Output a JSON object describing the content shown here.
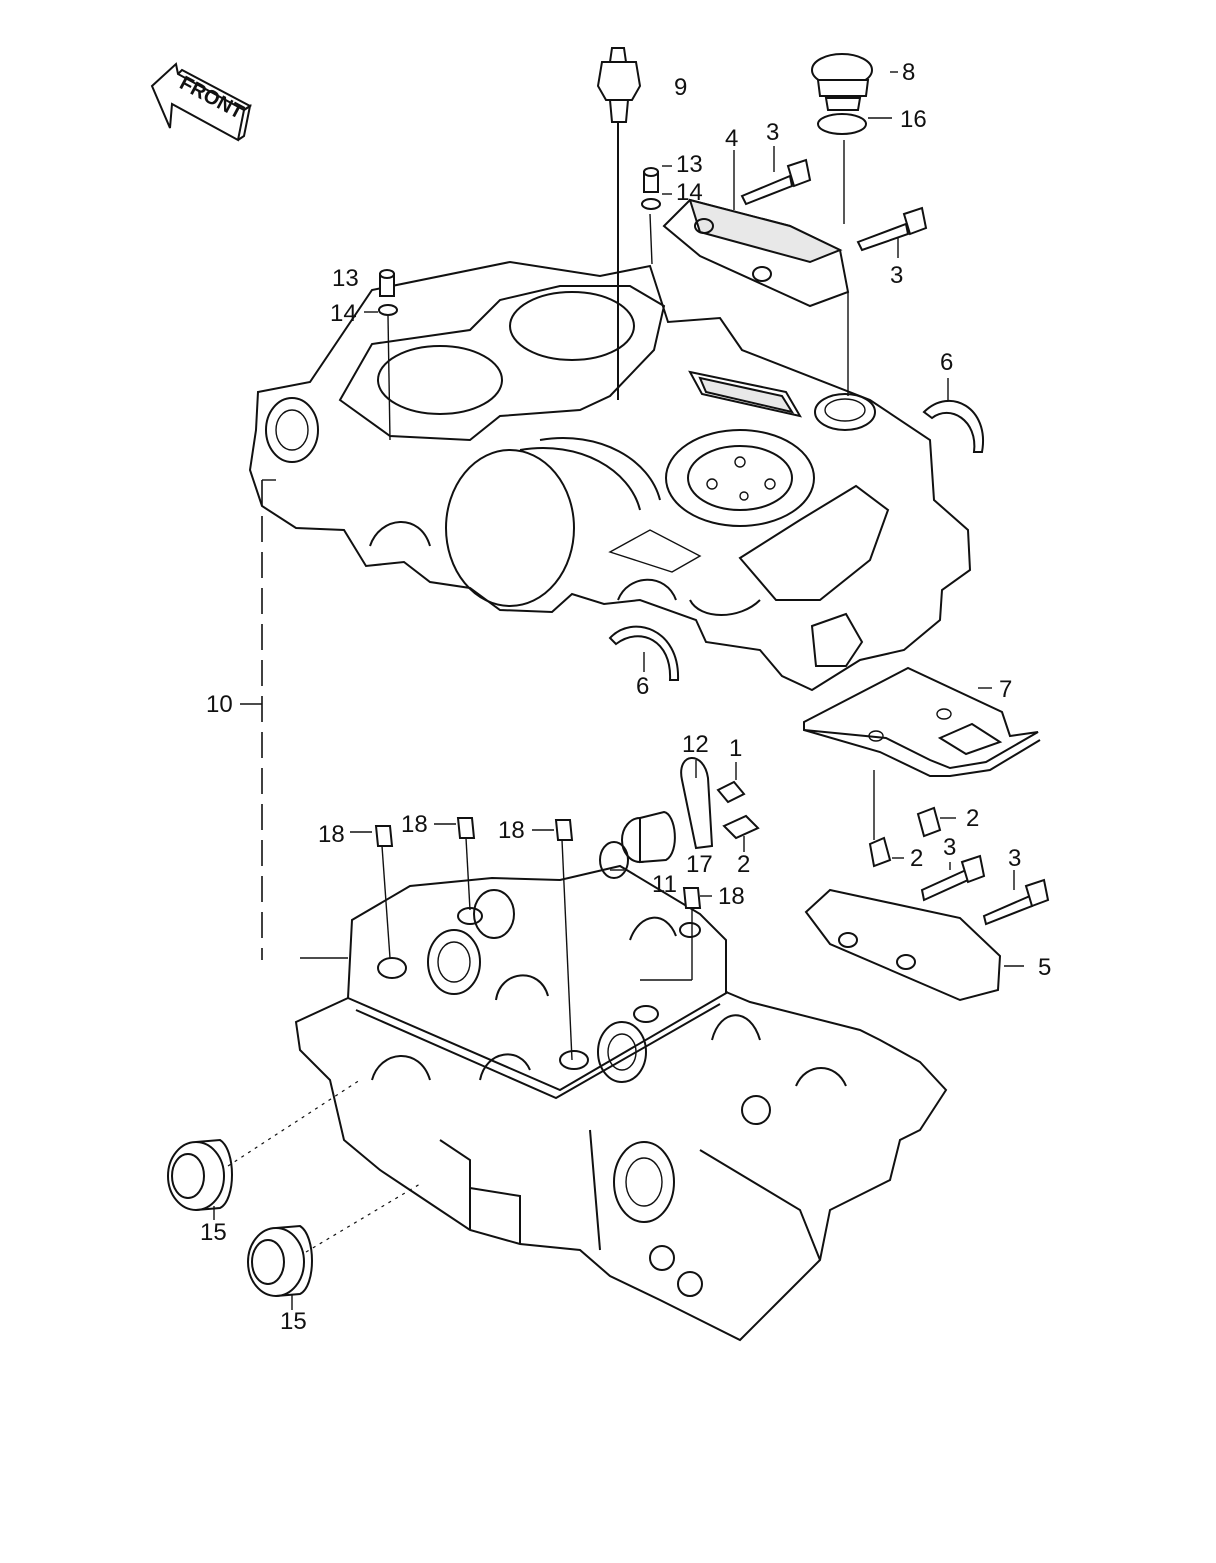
{
  "front_arrow": {
    "label": "FRONT"
  },
  "callouts": [
    {
      "id": "c1",
      "text": "1"
    },
    {
      "id": "c2a",
      "text": "2"
    },
    {
      "id": "c2b",
      "text": "2"
    },
    {
      "id": "c2c",
      "text": "2"
    },
    {
      "id": "c3a",
      "text": "3"
    },
    {
      "id": "c3b",
      "text": "3"
    },
    {
      "id": "c3c",
      "text": "3"
    },
    {
      "id": "c3d",
      "text": "3"
    },
    {
      "id": "c4",
      "text": "4"
    },
    {
      "id": "c5",
      "text": "5"
    },
    {
      "id": "c6a",
      "text": "6"
    },
    {
      "id": "c6b",
      "text": "6"
    },
    {
      "id": "c7",
      "text": "7"
    },
    {
      "id": "c8",
      "text": "8"
    },
    {
      "id": "c9",
      "text": "9"
    },
    {
      "id": "c10",
      "text": "10"
    },
    {
      "id": "c11",
      "text": "11"
    },
    {
      "id": "c12",
      "text": "12"
    },
    {
      "id": "c13a",
      "text": "13"
    },
    {
      "id": "c13b",
      "text": "13"
    },
    {
      "id": "c14a",
      "text": "14"
    },
    {
      "id": "c14b",
      "text": "14"
    },
    {
      "id": "c15a",
      "text": "15"
    },
    {
      "id": "c15b",
      "text": "15"
    },
    {
      "id": "c16",
      "text": "16"
    },
    {
      "id": "c17",
      "text": "17"
    },
    {
      "id": "c18a",
      "text": "18"
    },
    {
      "id": "c18b",
      "text": "18"
    },
    {
      "id": "c18c",
      "text": "18"
    },
    {
      "id": "c18d",
      "text": "18"
    }
  ]
}
